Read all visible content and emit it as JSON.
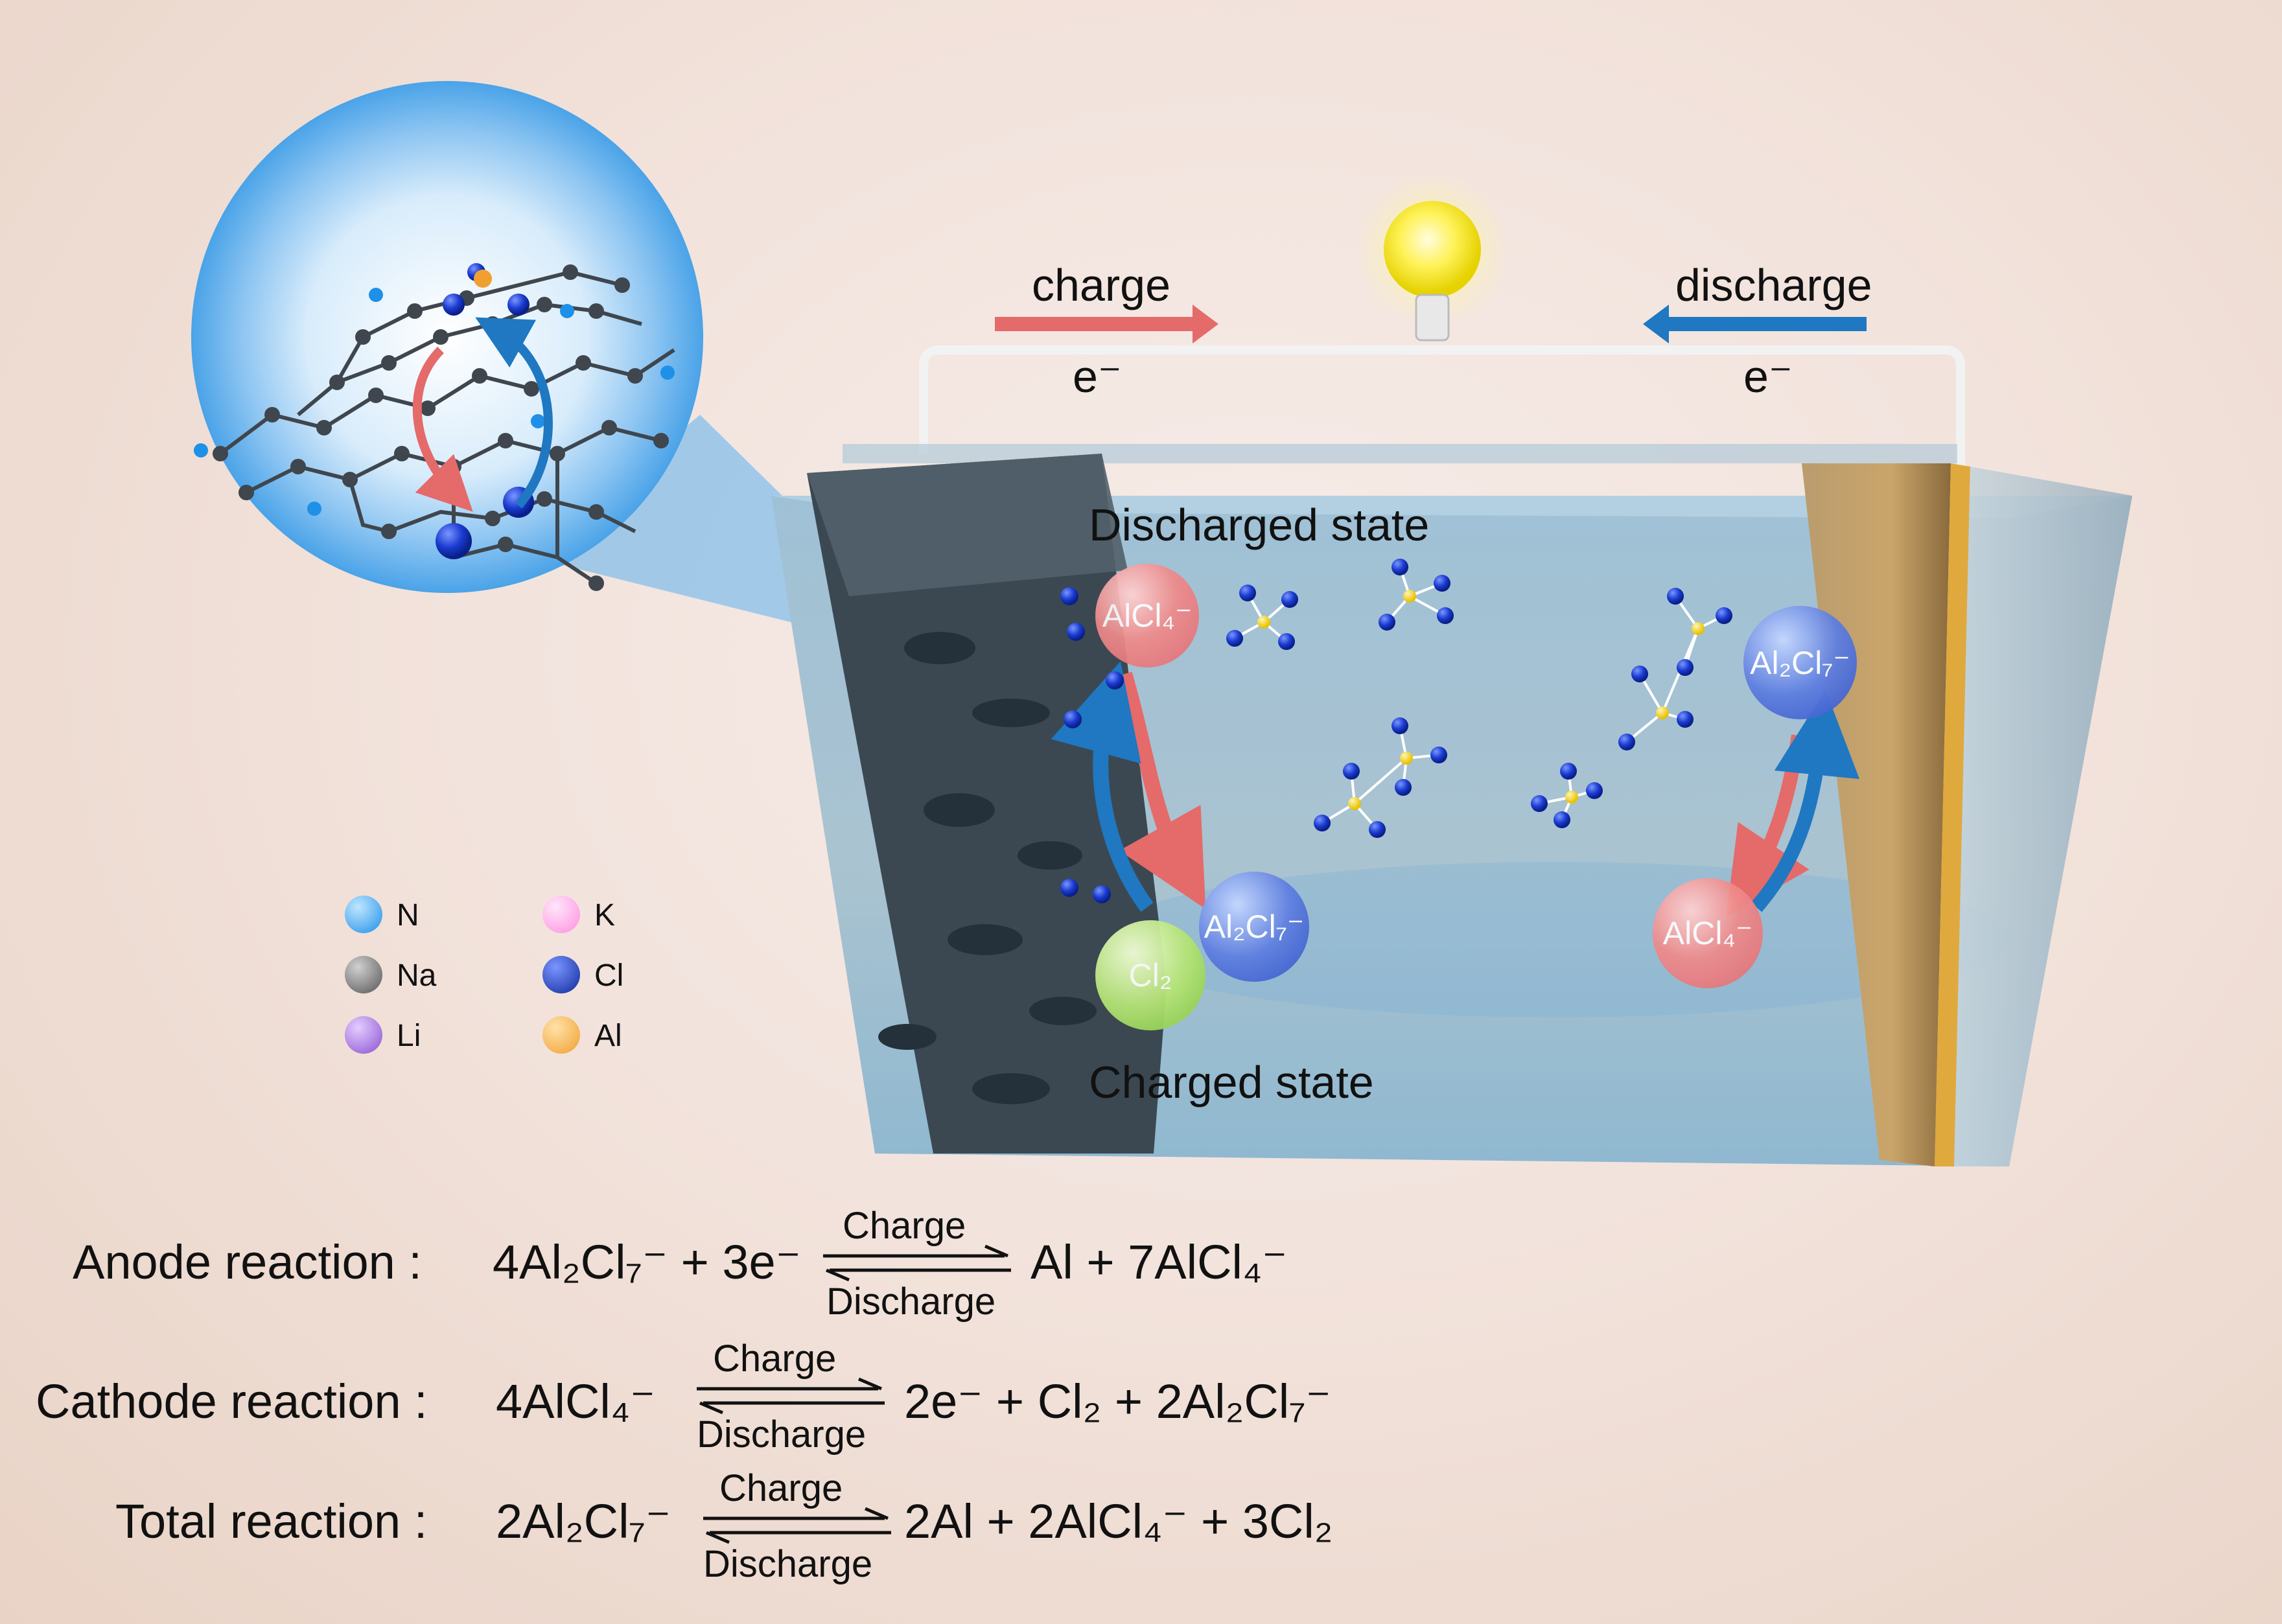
{
  "diagram": {
    "charge_label": "charge",
    "discharge_label": "discharge",
    "electron_left": "e⁻",
    "electron_right": "e⁻",
    "discharged_state": "Discharged state",
    "charged_state": "Charged state"
  },
  "ions": {
    "alcl4_top": "AlCl₄⁻",
    "al2cl7_bottom": "Al₂Cl₇⁻",
    "cl2": "Cl₂",
    "al2cl7_right": "Al₂Cl₇⁻",
    "alcl4_right": "AlCl₄⁻"
  },
  "legend": [
    {
      "symbol": "N",
      "color": "#1e90e8"
    },
    {
      "symbol": "Na",
      "color": "#6a6a6a"
    },
    {
      "symbol": "Li",
      "color": "#9a62d8"
    },
    {
      "symbol": "K",
      "color": "#ff9ee8"
    },
    {
      "symbol": "Cl",
      "color": "#1f3fb5"
    },
    {
      "symbol": "Al",
      "color": "#f0a030"
    }
  ],
  "reactions": {
    "anode_label": "Anode reaction :",
    "anode_left": "4Al₂Cl₇⁻  + 3e⁻",
    "anode_right": "Al + 7AlCl₄⁻",
    "cathode_label": "Cathode reaction :",
    "cathode_left": "4AlCl₄⁻",
    "cathode_right": "2e⁻ + Cl₂ + 2Al₂Cl₇⁻",
    "total_label": "Total reaction :",
    "total_left": "2Al₂Cl₇⁻",
    "total_right": "2Al + 2AlCl₄⁻ + 3Cl₂",
    "arrow_top": "Charge",
    "arrow_bottom": "Discharge"
  }
}
